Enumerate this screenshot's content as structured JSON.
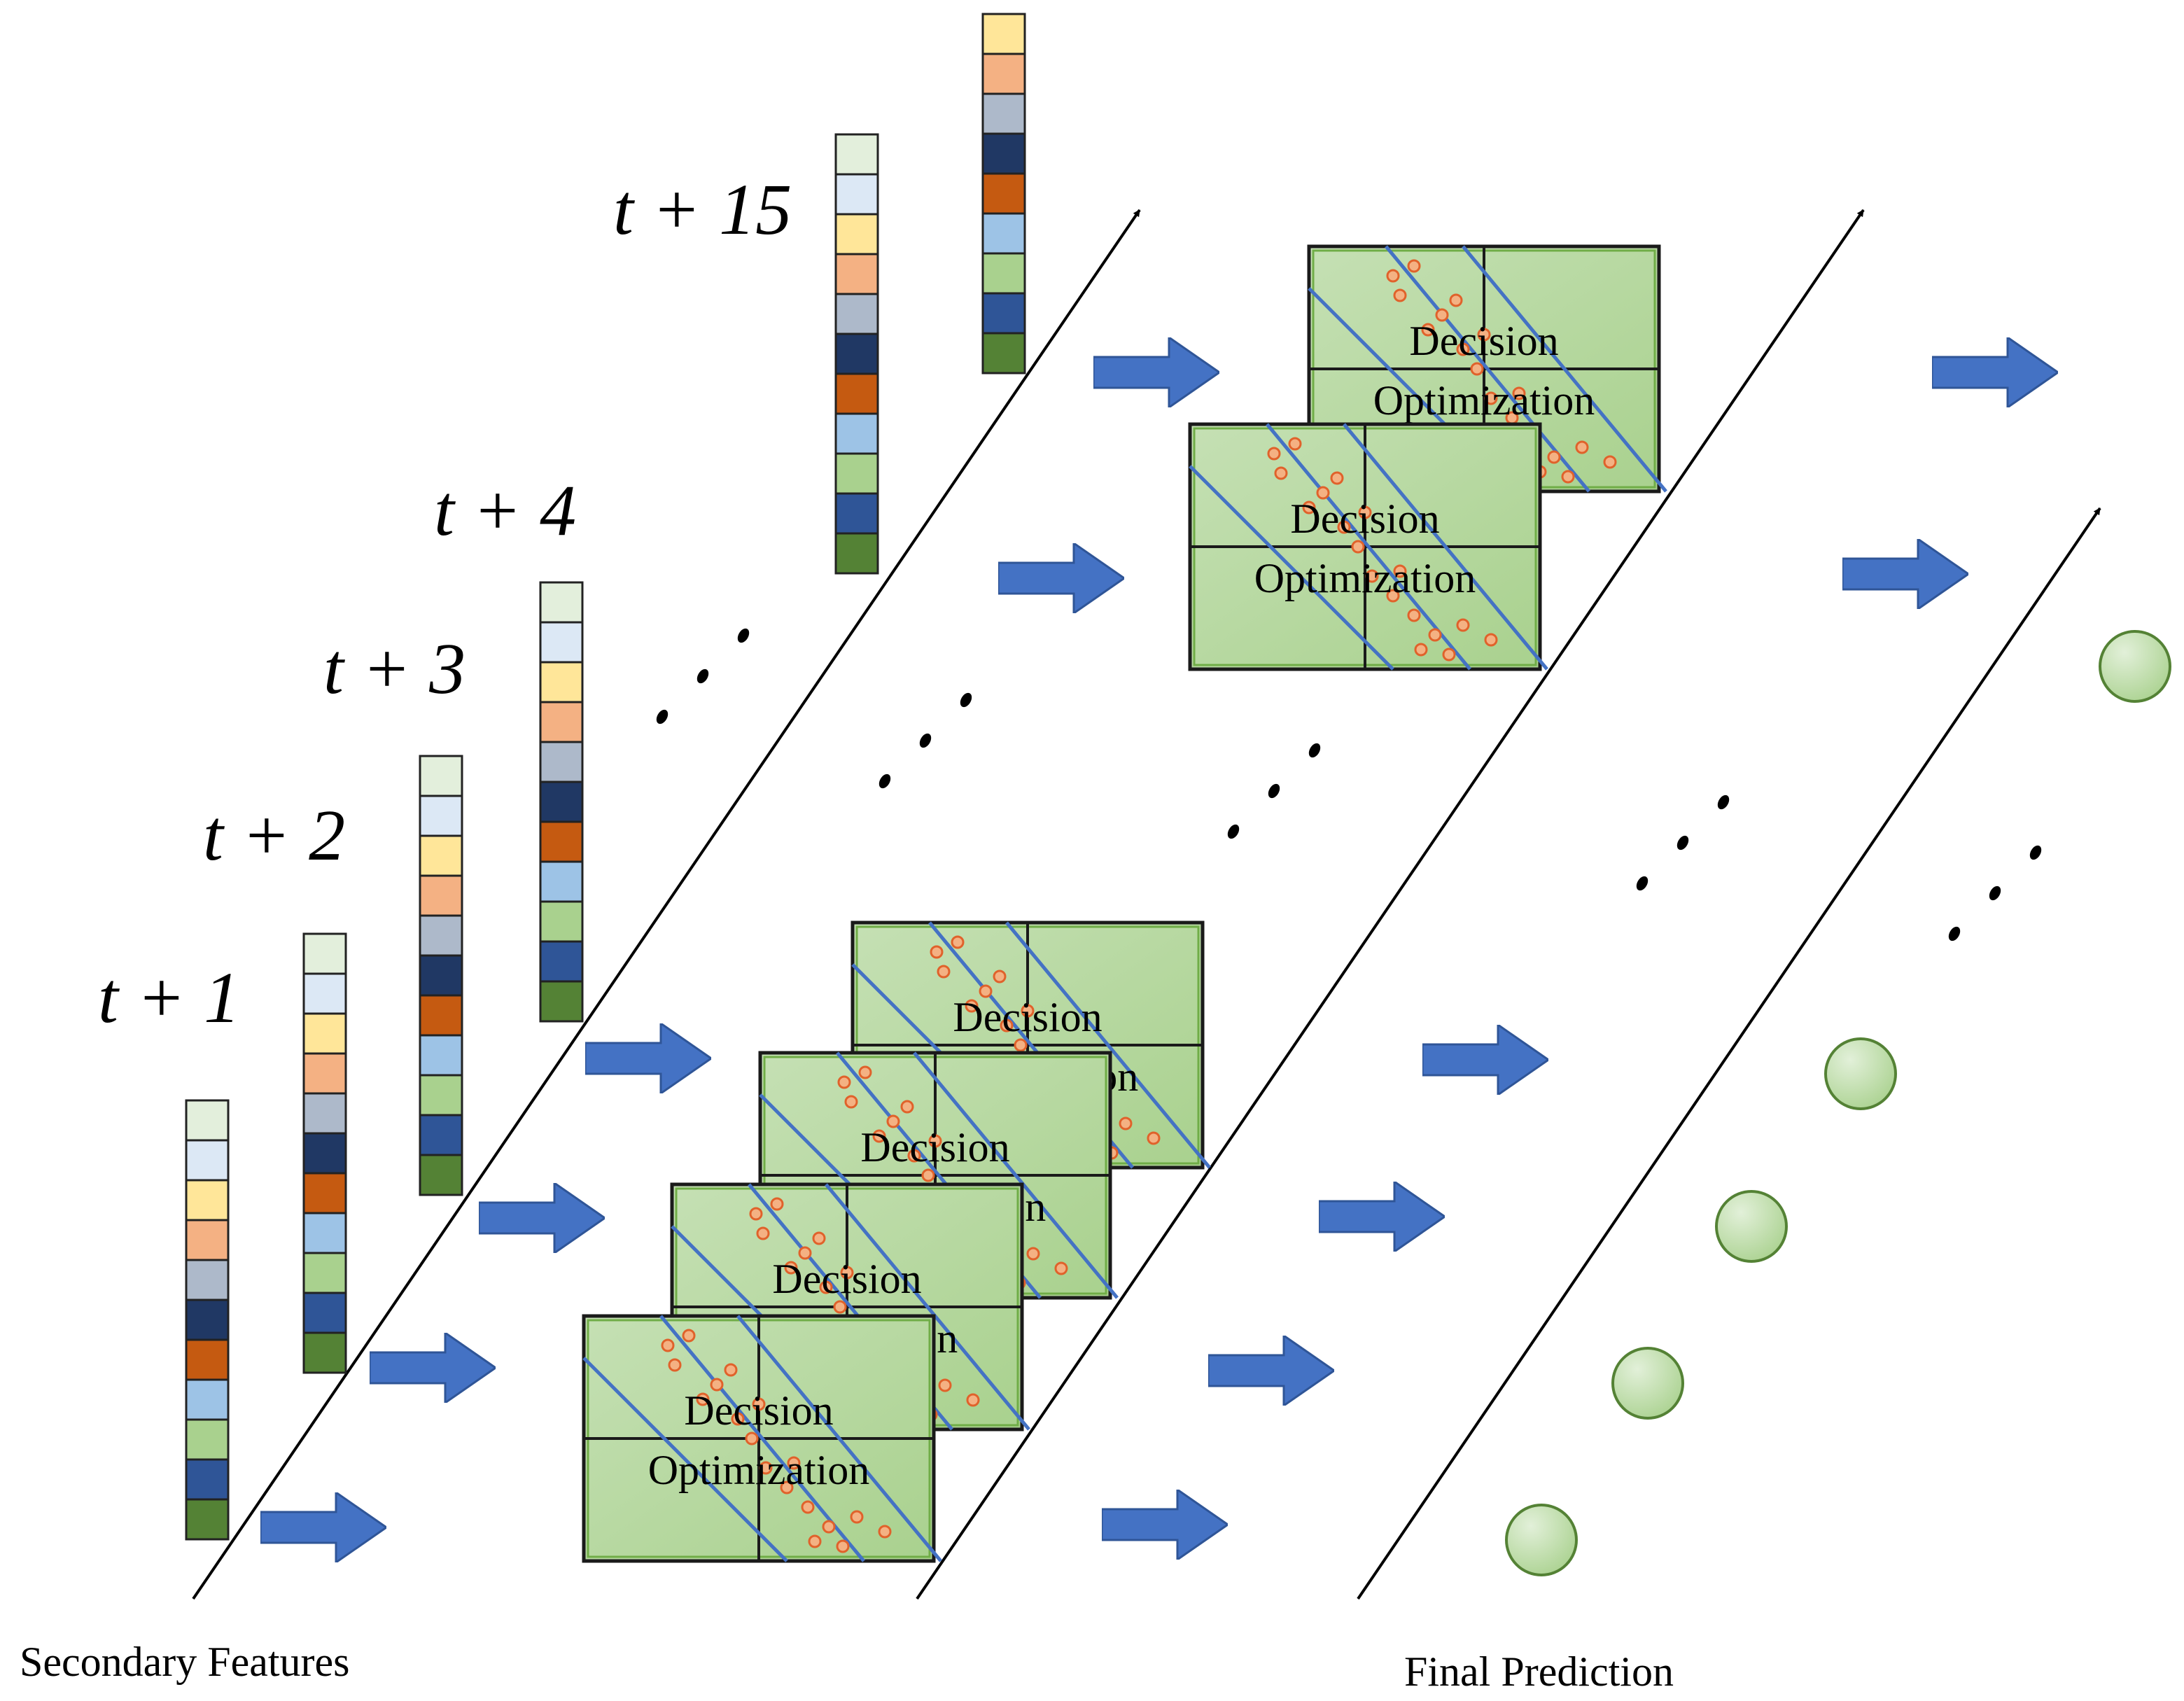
{
  "labels": {
    "horizons": [
      "t + 1",
      "t + 2",
      "t + 3",
      "t + 4",
      "t + 15"
    ],
    "left_caption": "Secondary Features",
    "right_caption": "Final Prediction",
    "box_line1": "Decision",
    "box_line2": "Optimization"
  },
  "colors": {
    "feature_cells": [
      "#e3efdc",
      "#dce8f5",
      "#ffe699",
      "#f4b183",
      "#adb9ca",
      "#203864",
      "#c55a11",
      "#9dc3e6",
      "#a9d18e",
      "#2f5597",
      "#548235"
    ],
    "arrow_fill": "#4472c4",
    "arrow_stroke": "#2f5597",
    "box_fill_light": "#c5e0b4",
    "box_fill_dark": "#a9d18e",
    "box_border": "#1a1a1a",
    "box_inner_border": "#70ad47",
    "scatter_point": "#f4b183",
    "scatter_point_stroke": "#e0622b",
    "diagonal_line": "#4472c4",
    "prediction_dot": "#a9d18e",
    "prediction_dot_stroke": "#548235"
  }
}
